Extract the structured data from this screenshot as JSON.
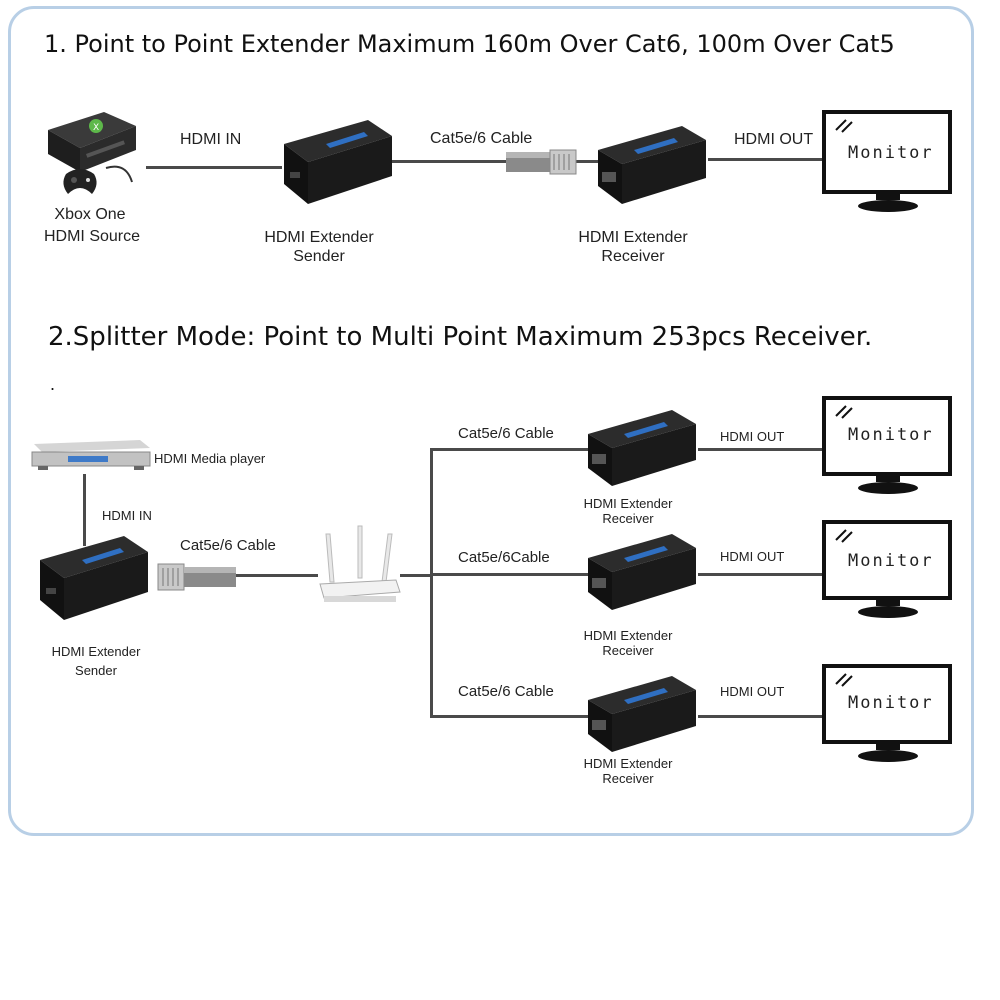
{
  "title_1": "1. Point to Point Extender Maximum 160m Over Cat6, 100m Over Cat5",
  "title_2": "2.Splitter Mode:  Point to Multi Point  Maximum 253pcs Receiver.",
  "stray_dot": ".",
  "section1": {
    "source_label_line1": "Xbox One",
    "source_label_line2": "HDMI Source",
    "hdmi_in": "HDMI IN",
    "cable": "Cat5e/6 Cable",
    "sender_line1": "HDMI Extender",
    "sender_line2": "Sender",
    "receiver_line1": "HDMI Extender",
    "receiver_line2": "Receiver",
    "hdmi_out": "HDMI OUT",
    "monitor": "Monitor"
  },
  "section2": {
    "media_player": "HDMI Media player",
    "hdmi_in": "HDMI IN",
    "sender_cable": "Cat5e/6 Cable",
    "sender_line1": "HDMI Extender",
    "sender_line2": "Sender",
    "branches": [
      {
        "cable": "Cat5e/6 Cable",
        "receiver_line1": "HDMI Extender",
        "receiver_line2": "Receiver",
        "hdmi_out": "HDMI OUT",
        "monitor": "Monitor"
      },
      {
        "cable": "Cat5e/6Cable",
        "receiver_line1": "HDMI Extender",
        "receiver_line2": "Receiver",
        "hdmi_out": "HDMI OUT",
        "monitor": "Monitor"
      },
      {
        "cable": "Cat5e/6 Cable",
        "receiver_line1": "HDMI Extender",
        "receiver_line2": "Receiver",
        "hdmi_out": "HDMI OUT",
        "monitor": "Monitor"
      }
    ]
  }
}
